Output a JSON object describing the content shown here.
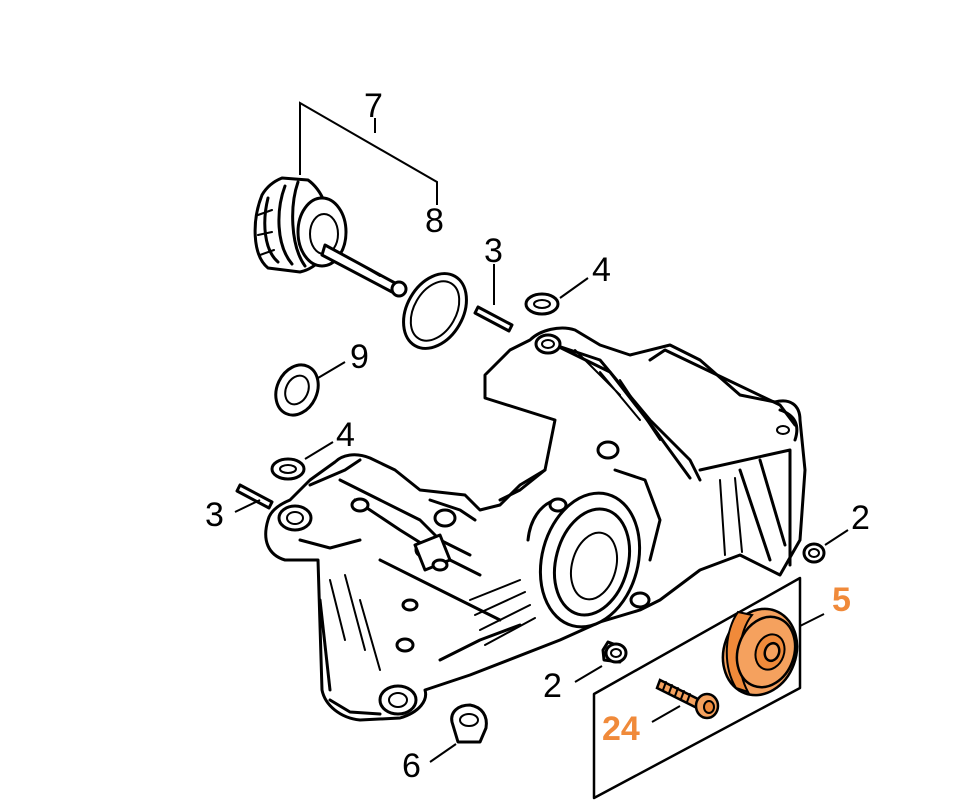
{
  "diagram": {
    "colors": {
      "line": "#000000",
      "highlight": "#f08a3a",
      "highlight_fill": "#f5a15e",
      "background": "#ffffff"
    },
    "callouts": [
      {
        "id": "c7",
        "label": "7",
        "highlighted": false
      },
      {
        "id": "c8",
        "label": "8",
        "highlighted": false
      },
      {
        "id": "c3a",
        "label": "3",
        "highlighted": false
      },
      {
        "id": "c4a",
        "label": "4",
        "highlighted": false
      },
      {
        "id": "c9",
        "label": "9",
        "highlighted": false
      },
      {
        "id": "c4b",
        "label": "4",
        "highlighted": false
      },
      {
        "id": "c3b",
        "label": "3",
        "highlighted": false
      },
      {
        "id": "c2a",
        "label": "2",
        "highlighted": false
      },
      {
        "id": "c5",
        "label": "5",
        "highlighted": true
      },
      {
        "id": "c2b",
        "label": "2",
        "highlighted": false
      },
      {
        "id": "c24",
        "label": "24",
        "highlighted": true
      },
      {
        "id": "c6",
        "label": "6",
        "highlighted": false
      }
    ]
  }
}
